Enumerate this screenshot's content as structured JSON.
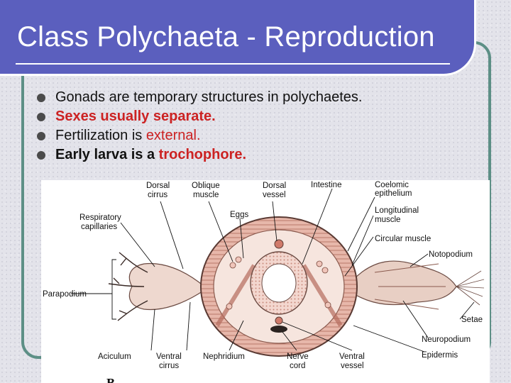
{
  "slide": {
    "title": "Class Polychaeta - Reproduction",
    "bullets": [
      {
        "parts": [
          {
            "text": "Gonads are temporary structures in polychaetes.",
            "style": "plain"
          }
        ]
      },
      {
        "parts": [
          {
            "text": "Sexes usually separate.",
            "style": "bold-red"
          }
        ]
      },
      {
        "parts": [
          {
            "text": "Fertilization is ",
            "style": "plain"
          },
          {
            "text": "external.",
            "style": "red"
          }
        ]
      },
      {
        "parts": [
          {
            "text": "Early larva is a ",
            "style": "bold"
          },
          {
            "text": "trochophore.",
            "style": "bold-red"
          }
        ]
      }
    ]
  },
  "figure": {
    "labels": {
      "dorsal_cirrus_1": "Dorsal",
      "dorsal_cirrus_2": "cirrus",
      "oblique_muscle_1": "Oblique",
      "oblique_muscle_2": "muscle",
      "dorsal_vessel_1": "Dorsal",
      "dorsal_vessel_2": "vessel",
      "intestine": "Intestine",
      "coelomic_epithelium_1": "Coelomic",
      "coelomic_epithelium_2": "epithelium",
      "respiratory_capillaries_1": "Respiratory",
      "respiratory_capillaries_2": "capillaries",
      "eggs": "Eggs",
      "longitudinal_muscle_1": "Longitudinal",
      "longitudinal_muscle_2": "muscle",
      "circular_muscle": "Circular muscle",
      "notopodium": "Notopodium",
      "parapodium": "Parapodium",
      "setae": "Setae",
      "neuropodium": "Neuropodium",
      "aciculum": "Aciculum",
      "ventral_cirrus_1": "Ventral",
      "ventral_cirrus_2": "cirrus",
      "nephridium": "Nephridium",
      "nerve_cord_1": "Nerve",
      "nerve_cord_2": "cord",
      "ventral_vessel_1": "Ventral",
      "ventral_vessel_2": "vessel",
      "epidermis": "Epidermis",
      "panel_letter": "B"
    }
  },
  "colors": {
    "title_bar": "#5b5fbe",
    "frame": "#5d8f86",
    "accent_red": "#cc2222",
    "muscle": "#c98b7e"
  }
}
